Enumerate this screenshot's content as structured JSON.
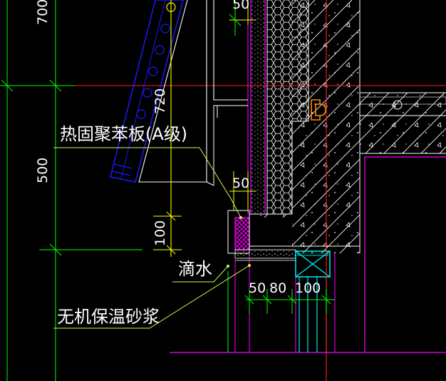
{
  "labels": {
    "insulation_board": "热固聚苯板(A级)",
    "drip": "滴水",
    "mortar": "无机保温砂浆"
  },
  "dimensions": {
    "d700": "700",
    "d500": "500",
    "d720": "720",
    "d100_vertical": "100",
    "d50_top": "50",
    "d50_mid": "50",
    "d50_bottom": "50",
    "d80": "80",
    "d100_bottom": "100"
  },
  "colors": {
    "background": "#000000",
    "dim_line": "#00ff00",
    "yellow": "#ffff00",
    "blue": "#1a1aff",
    "magenta": "#ff00ff",
    "red": "#ff2020",
    "cyan": "#00ffff",
    "orange": "#ff8c00",
    "white": "#ffffff",
    "leader": "#c8ff4a"
  }
}
